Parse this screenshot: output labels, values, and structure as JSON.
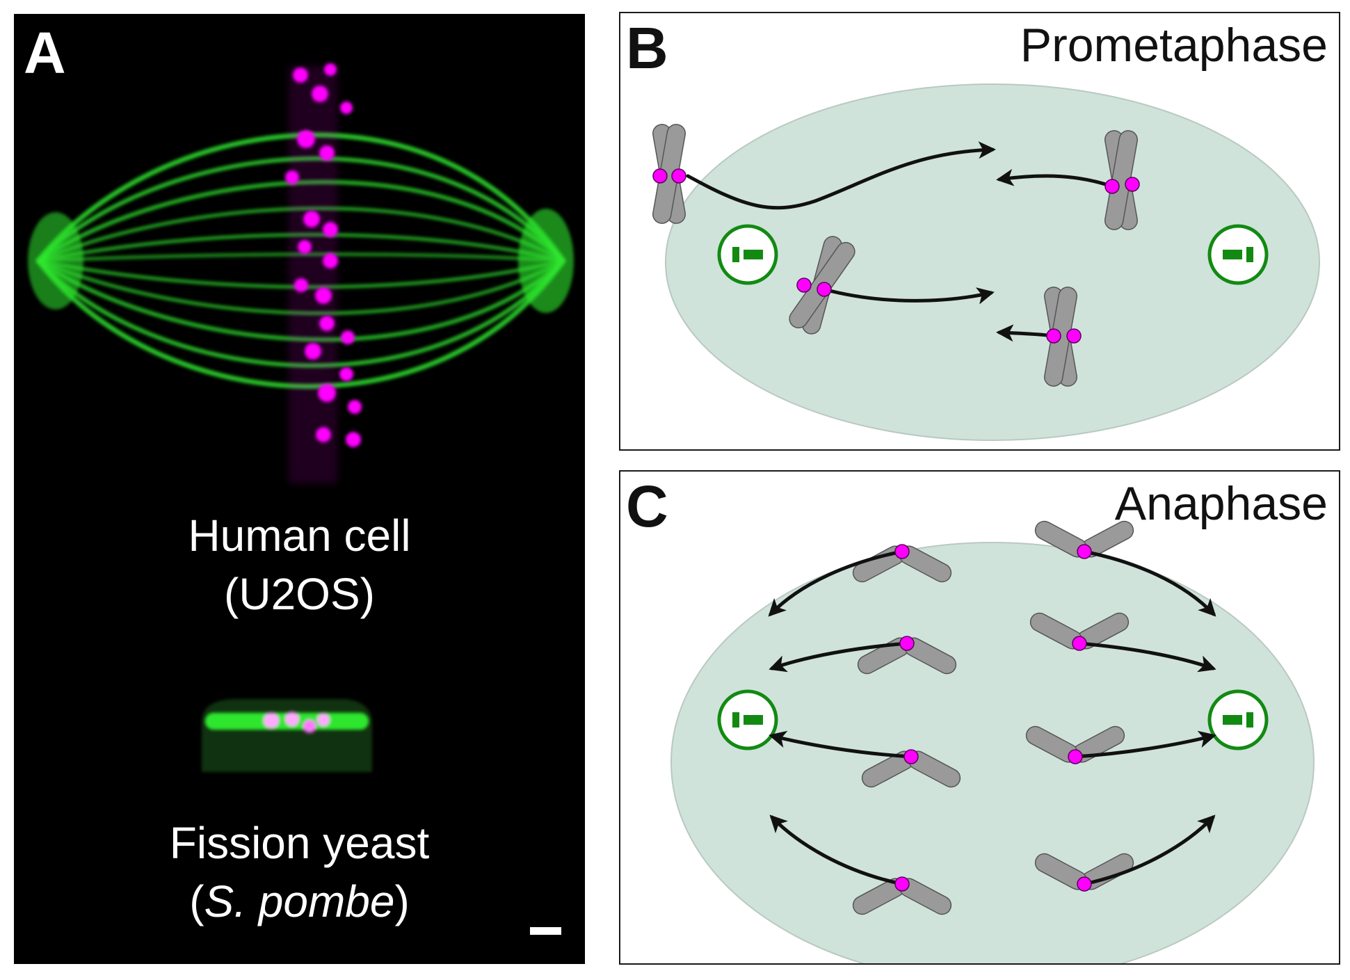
{
  "colors": {
    "spindle_green": "#2ee62e",
    "kinetochore_magenta": "#ff00ff",
    "chromosome_gray": "#9a9a9a",
    "cell_fill": "#cfe3db",
    "spb_green": "#128a12",
    "arrow_black": "#111111"
  },
  "panel_a": {
    "letter": "A",
    "human_label_line1": "Human cell",
    "human_label_line2": "(U2OS)",
    "yeast_label_line1": "Fission yeast",
    "yeast_label_open": "(",
    "yeast_label_italic": "S. pombe",
    "yeast_label_close": ")",
    "scale_bar": "scale-bar"
  },
  "panel_b": {
    "letter": "B",
    "title": "Prometaphase"
  },
  "panel_c": {
    "letter": "C",
    "title": "Anaphase"
  }
}
